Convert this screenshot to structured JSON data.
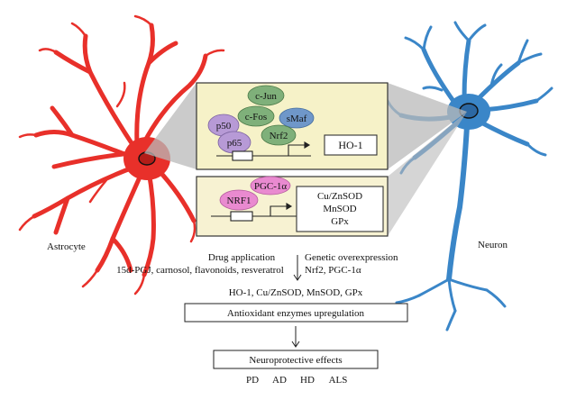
{
  "labels": {
    "astrocyte": "Astrocyte",
    "neuron": "Neuron"
  },
  "pathway_top": {
    "factors": [
      "c-Jun",
      "c-Fos",
      "sMaf",
      "p50",
      "Nrf2",
      "p65"
    ],
    "target_gene": "HO-1"
  },
  "pathway_bottom": {
    "factors": [
      "PGC-1α",
      "NRF1"
    ],
    "target_genes": [
      "Cu/ZnSOD",
      "MnSOD",
      "GPx"
    ]
  },
  "interventions": {
    "drug_title": "Drug application",
    "drug_list": "15d-PGJ, carnosol, flavonoids, resveratrol",
    "genetic_title": "Genetic overexpression",
    "genetic_list": "Nrf2, PGC-1α"
  },
  "flow": {
    "enzymes": "HO-1, Cu/ZnSOD, MnSOD, GPx",
    "upregulation": "Antioxidant enzymes upregulation",
    "effects": "Neuroprotective effects",
    "diseases": [
      "PD",
      "AD",
      "HD",
      "ALS"
    ]
  },
  "colors": {
    "astrocyte": "#e8302a",
    "neuron": "#3a86c8",
    "panel_top": "#f6f2c8",
    "panel_bottom": "#f7f2d2",
    "green_factor": "#7fb07a",
    "blue_factor": "#6f97c9",
    "purple_factor": "#b79ad6",
    "pink_factor": "#e98ad0"
  }
}
